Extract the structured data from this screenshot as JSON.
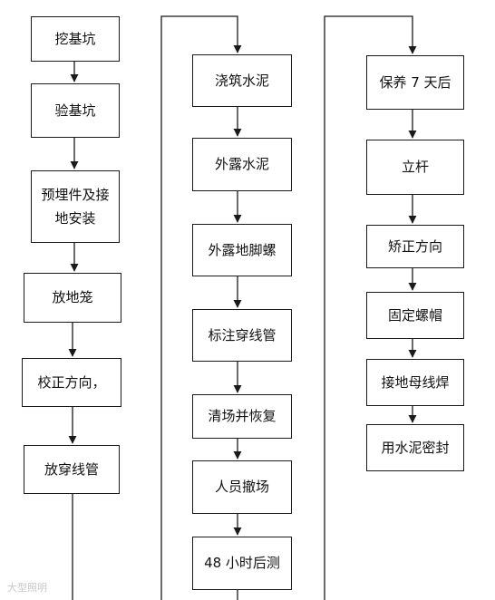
{
  "col1": [
    {
      "id": "s1",
      "label": "挖基坑"
    },
    {
      "id": "s2",
      "label": "验基坑"
    },
    {
      "id": "s3",
      "label": "预埋件及接\n地安装"
    },
    {
      "id": "s4",
      "label": "放地笼"
    },
    {
      "id": "s5",
      "label": "校正方向，"
    },
    {
      "id": "s6",
      "label": "放穿线管"
    }
  ],
  "col2": [
    {
      "id": "s7",
      "label": "浇筑水泥"
    },
    {
      "id": "s8",
      "label": "外露水泥"
    },
    {
      "id": "s9",
      "label": "外露地脚螺"
    },
    {
      "id": "s10",
      "label": "标注穿线管"
    },
    {
      "id": "s11",
      "label": "清场并恢复"
    },
    {
      "id": "s12",
      "label": "人员撤场"
    },
    {
      "id": "s13",
      "label": "48 小时后测"
    }
  ],
  "col3": [
    {
      "id": "s14",
      "label": "保养 7 天后"
    },
    {
      "id": "s15",
      "label": "立杆"
    },
    {
      "id": "s16",
      "label": "矫正方向"
    },
    {
      "id": "s17",
      "label": "固定螺帽"
    },
    {
      "id": "s18",
      "label": "接地母线焊"
    },
    {
      "id": "s19",
      "label": "用水泥密封"
    }
  ],
  "watermark": "大型照明"
}
